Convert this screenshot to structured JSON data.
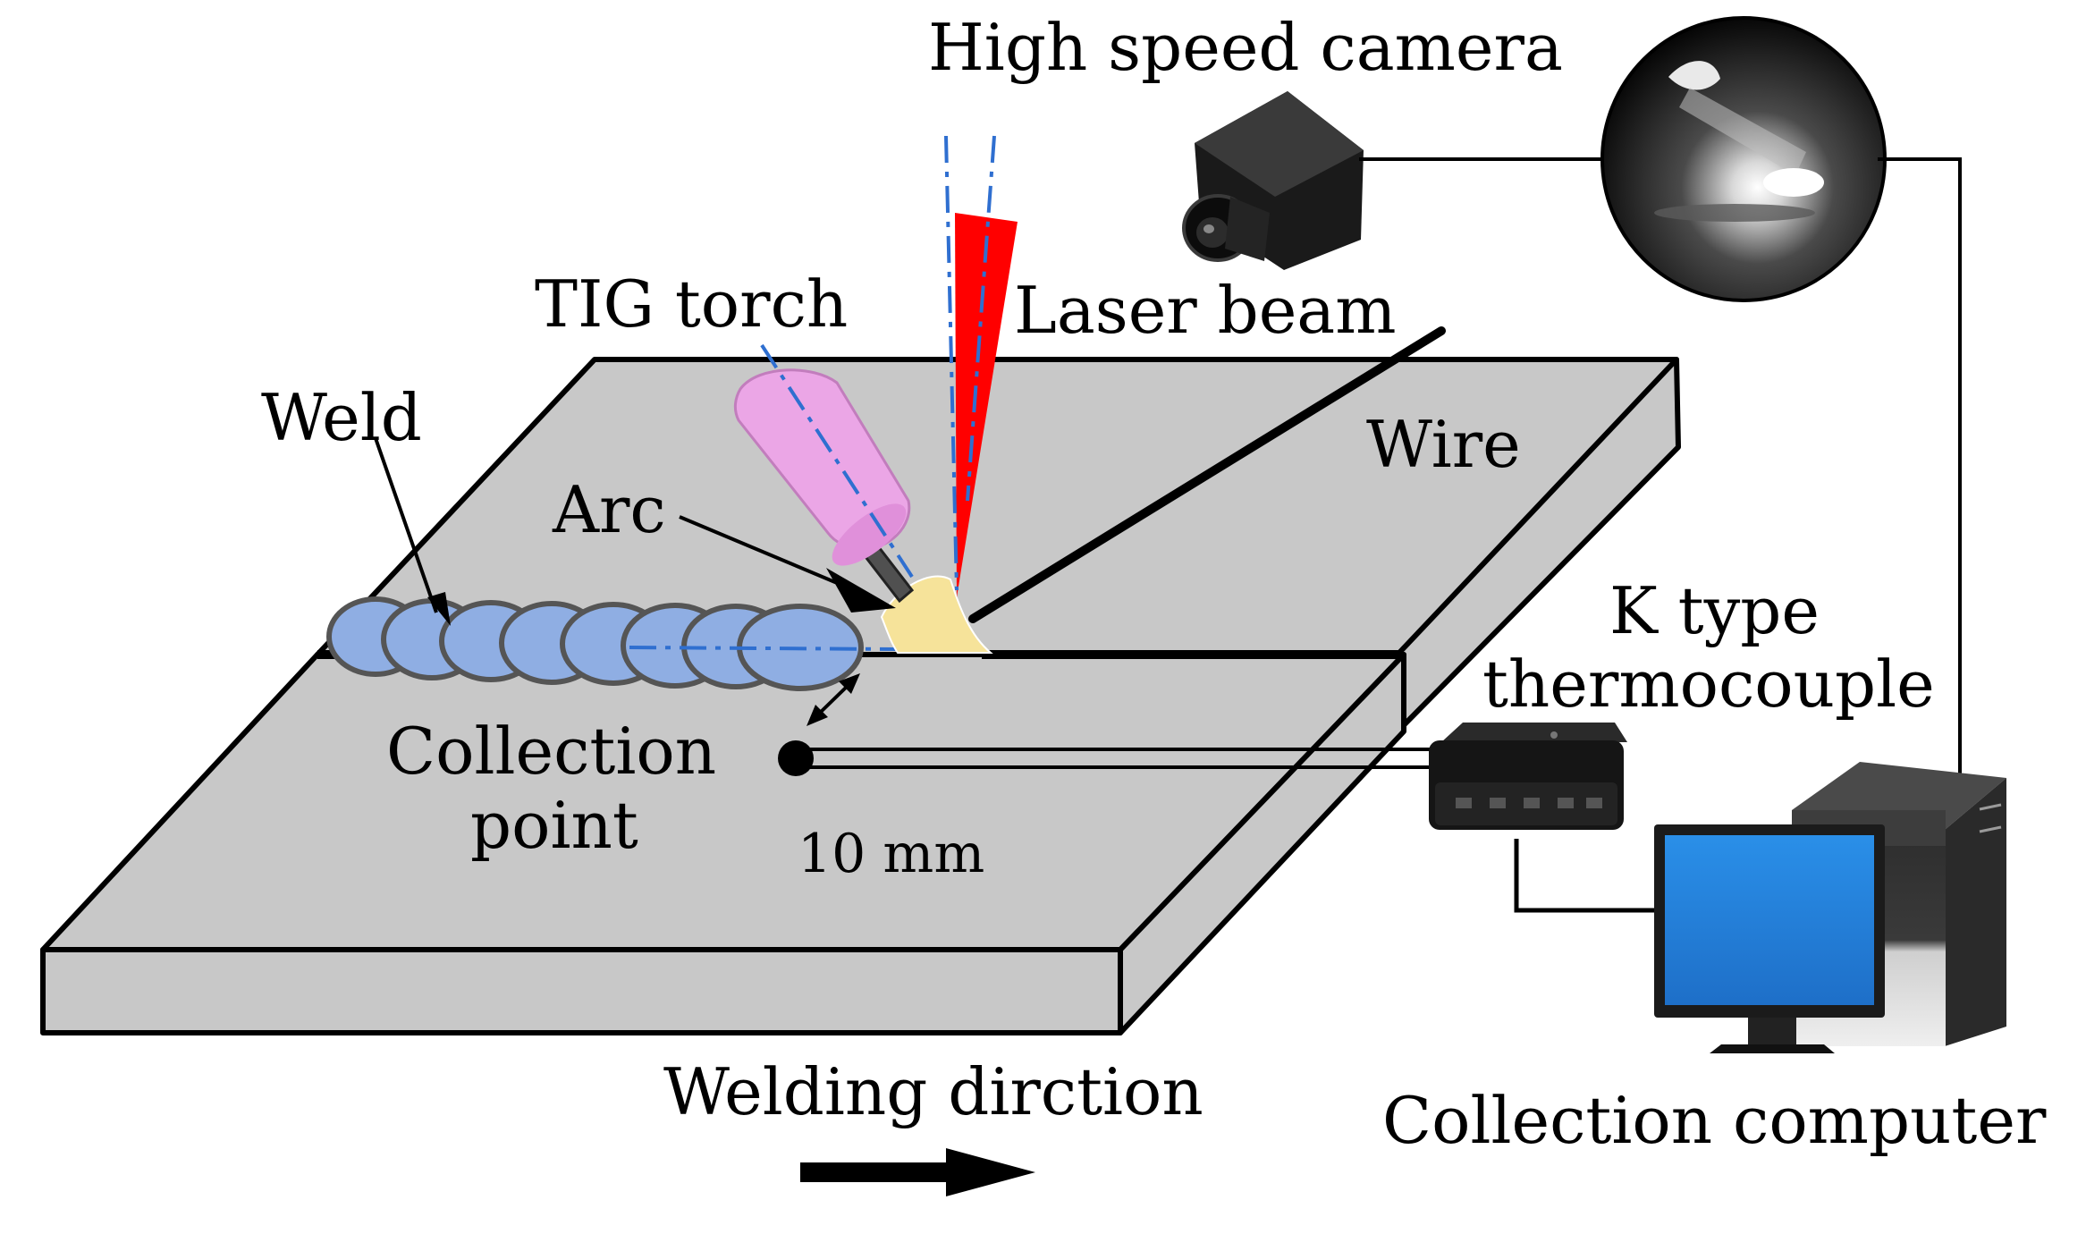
{
  "labels": {
    "high_speed_camera": "High speed camera",
    "tig_torch": "TIG torch",
    "laser_beam": "Laser beam",
    "weld": "Weld",
    "arc": "Arc",
    "wire": "Wire",
    "k_type_line1": "K type",
    "k_type_line2": "thermocouple",
    "collection_point_line1": "Collection",
    "collection_point_line2": "point",
    "distance": "10 mm",
    "welding_direction": "Welding dirction",
    "collection_computer": "Collection computer"
  },
  "colors": {
    "plate": "#c8c8c8",
    "outline": "#000000",
    "weld": "#8faee3",
    "arc": "#f6e39a",
    "torch": "#eba6e6",
    "laser": "#ff0000",
    "axis": "#2f6fd0",
    "monitor": "#2f97ea"
  },
  "icons": [
    "high-speed-camera-icon",
    "camera-view-icon",
    "thermocouple-box-icon",
    "monitor-icon",
    "pc-tower-icon",
    "arrow-right-icon"
  ]
}
